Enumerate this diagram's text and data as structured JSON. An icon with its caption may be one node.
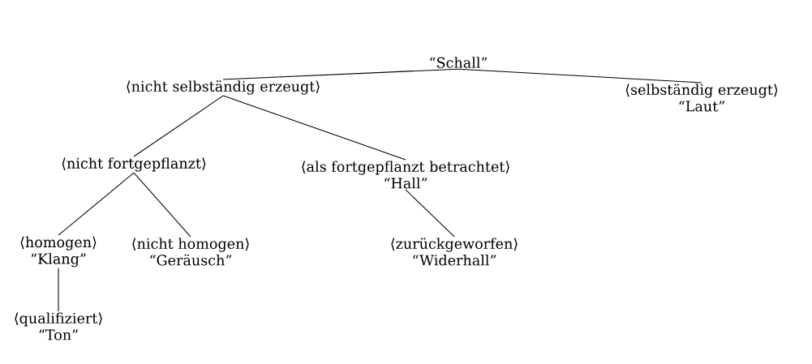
{
  "diagram": {
    "nodes": [
      {
        "text": [
          "“Schall”"
        ]
      },
      {
        "text": [
          "⟨nicht selbständig erzeugt⟩"
        ]
      },
      {
        "text": [
          "⟨selbständig erzeugt⟩",
          "“Laut”"
        ]
      },
      {
        "text": [
          "⟨nicht fortgepflanzt⟩"
        ]
      },
      {
        "text": [
          "⟨als fortgepflanzt betrachtet⟩",
          "“Hall”"
        ]
      },
      {
        "text": [
          "⟨homogen⟩",
          "“Klang”"
        ]
      },
      {
        "text": [
          "⟨nicht homogen⟩",
          "“Geräusch”"
        ]
      },
      {
        "text": [
          "⟨zurückgeworfen⟩",
          "“Widerhall”"
        ]
      },
      {
        "text": [
          "⟨qualifiziert⟩",
          "“Ton”"
        ]
      }
    ],
    "edges": [
      {
        "from": 0,
        "to": 1,
        "arrow": "none"
      },
      {
        "from": 0,
        "to": 2,
        "arrow": "none"
      },
      {
        "from": 1,
        "to": 3,
        "arrow": "none"
      },
      {
        "from": 1,
        "to": 4,
        "arrow": "none"
      },
      {
        "from": 3,
        "to": 5,
        "arrow": "none"
      },
      {
        "from": 3,
        "to": 6,
        "arrow": "none"
      },
      {
        "from": 4,
        "to": 7,
        "arrow": "none"
      },
      {
        "from": 5,
        "to": 8,
        "arrow": "none"
      }
    ]
  }
}
